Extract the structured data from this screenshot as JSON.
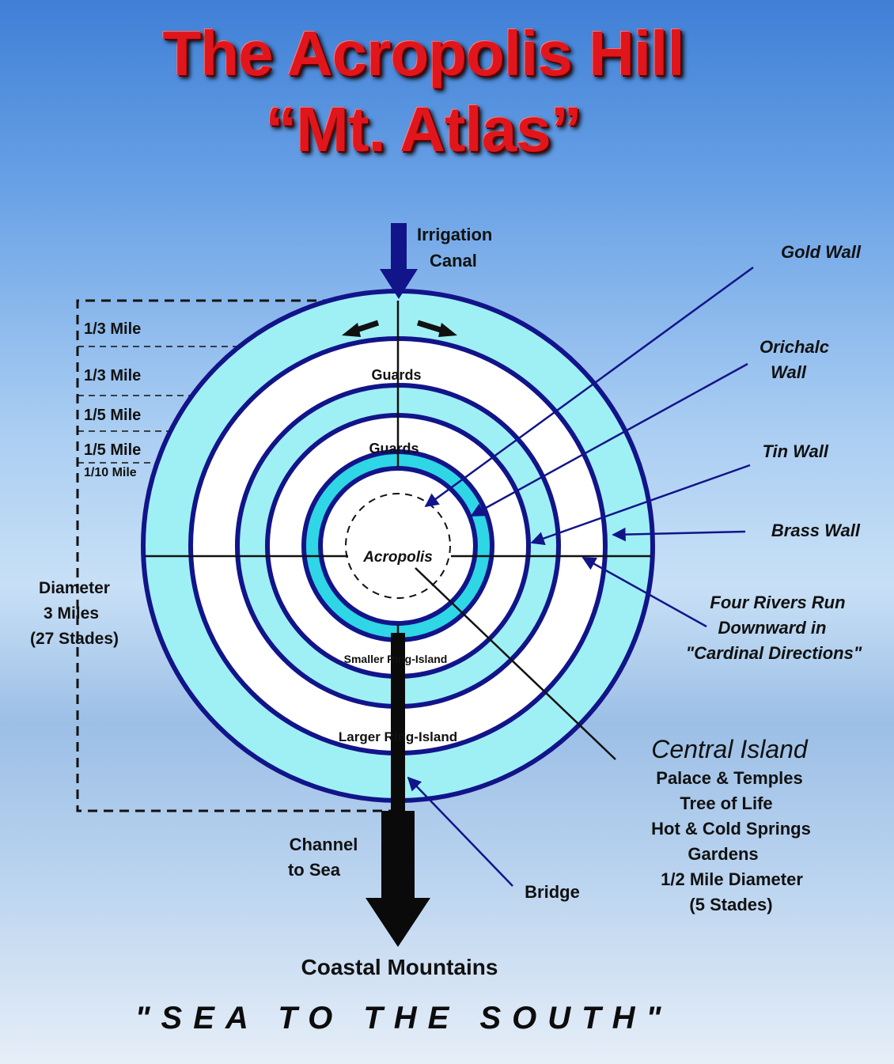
{
  "title": {
    "line1": "The Acropolis Hill",
    "line2": "“Mt. Atlas”"
  },
  "top_arrow_label": {
    "line1": "Irrigation",
    "line2": "Canal"
  },
  "scale_labels": [
    "1/3 Mile",
    "1/3 Mile",
    "1/5 Mile",
    "1/5 Mile",
    "1/10 Mile"
  ],
  "diameter_label": {
    "line1": "Diameter",
    "line2": "3 Miles",
    "line3": "(27 Stades)"
  },
  "ring_labels": {
    "guards_outer": "Guards",
    "guards_inner": "Guards",
    "acropolis": "Acropolis",
    "smaller_ring": "Smaller Ring-Island",
    "larger_ring": "Larger Ring-Island"
  },
  "wall_labels": {
    "gold": "Gold Wall",
    "orichalc_line1": "Orichalc",
    "orichalc_line2": "Wall",
    "tin": "Tin Wall",
    "brass": "Brass Wall"
  },
  "rivers_label": {
    "line1": "Four Rivers Run",
    "line2": "Downward in",
    "line3": "\"Cardinal Directions\""
  },
  "central_island": {
    "title": "Central Island",
    "lines": [
      "Palace & Temples",
      "Tree of Life",
      "Hot & Cold Springs",
      "Gardens",
      "1/2 Mile Diameter",
      "(5 Stades)"
    ]
  },
  "channel_label": {
    "line1": "Channel",
    "line2": "to Sea"
  },
  "bridge_label": "Bridge",
  "coastal_label": "Coastal Mountains",
  "footer": "\"SEA TO THE SOUTH\"",
  "colors": {
    "ring_fill": "#9ff0f5",
    "ring_stroke": "#12148a",
    "title_red": "#e0161c",
    "inner_cyan": "#2fd6e6"
  }
}
